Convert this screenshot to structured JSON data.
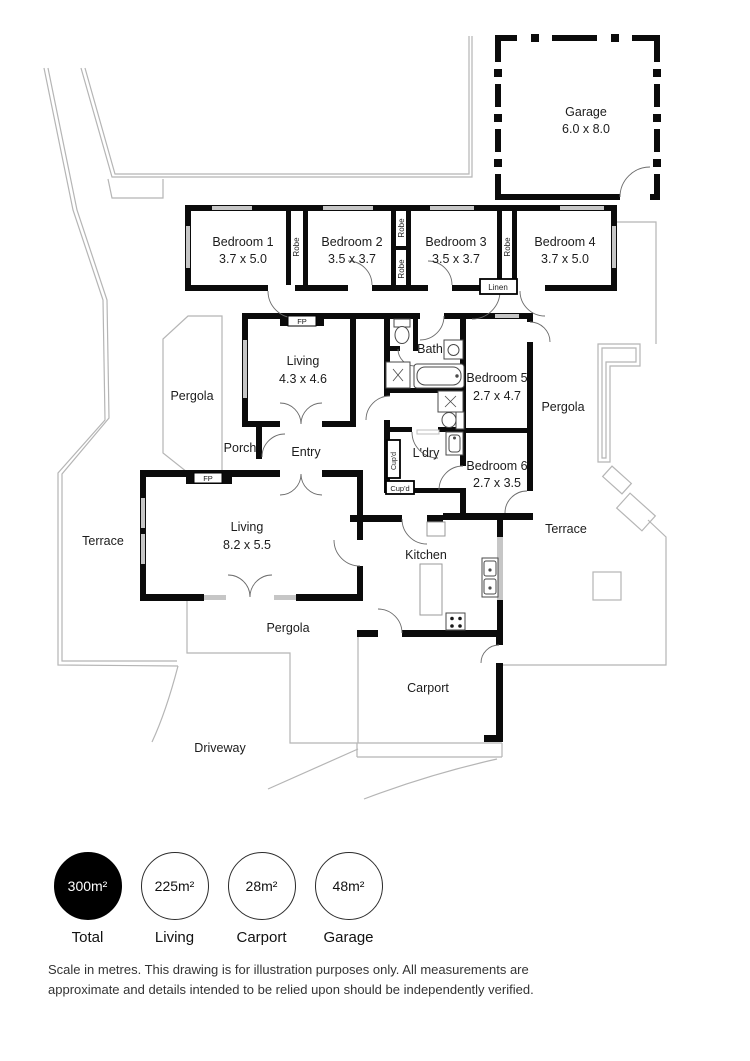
{
  "plan": {
    "rooms": {
      "garage": {
        "label": "Garage",
        "dims": "6.0 x 8.0"
      },
      "bedroom1": {
        "label": "Bedroom 1",
        "dims": "3.7 x 5.0"
      },
      "bedroom2": {
        "label": "Bedroom 2",
        "dims": "3.5 x 3.7"
      },
      "bedroom3": {
        "label": "Bedroom 3",
        "dims": "3.5 x 3.7"
      },
      "bedroom4": {
        "label": "Bedroom 4",
        "dims": "3.7 x 5.0"
      },
      "living1": {
        "label": "Living",
        "dims": "4.3 x 4.6"
      },
      "living2": {
        "label": "Living",
        "dims": "8.2 x 5.5"
      },
      "bedroom5": {
        "label": "Bedroom 5",
        "dims": "2.7 x 4.7"
      },
      "bedroom6": {
        "label": "Bedroom 6",
        "dims": "2.7 x 3.5"
      },
      "bath": {
        "label": "Bath"
      },
      "laundry": {
        "label": "L'dry"
      },
      "kitchen": {
        "label": "Kitchen"
      },
      "entry": {
        "label": "Entry"
      },
      "porch": {
        "label": "Porch"
      },
      "carport": {
        "label": "Carport"
      },
      "driveway": {
        "label": "Driveway"
      },
      "pergola_left": {
        "label": "Pergola"
      },
      "pergola_right": {
        "label": "Pergola"
      },
      "pergola_bottom": {
        "label": "Pergola"
      },
      "terrace_left": {
        "label": "Terrace"
      },
      "terrace_right": {
        "label": "Terrace"
      }
    },
    "fixtures": {
      "robe": "Robe",
      "linen": "Linen",
      "fireplace": "FP",
      "cupboard": "Cup'd"
    }
  },
  "legend": {
    "items": [
      {
        "value": "300m²",
        "label": "Total"
      },
      {
        "value": "225m²",
        "label": "Living"
      },
      {
        "value": "28m²",
        "label": "Carport"
      },
      {
        "value": "48m²",
        "label": "Garage"
      }
    ]
  },
  "disclaimer": "Scale in metres. This drawing is for illustration purposes only. All measurements are approximate and details intended to be relied upon should be independently verified."
}
